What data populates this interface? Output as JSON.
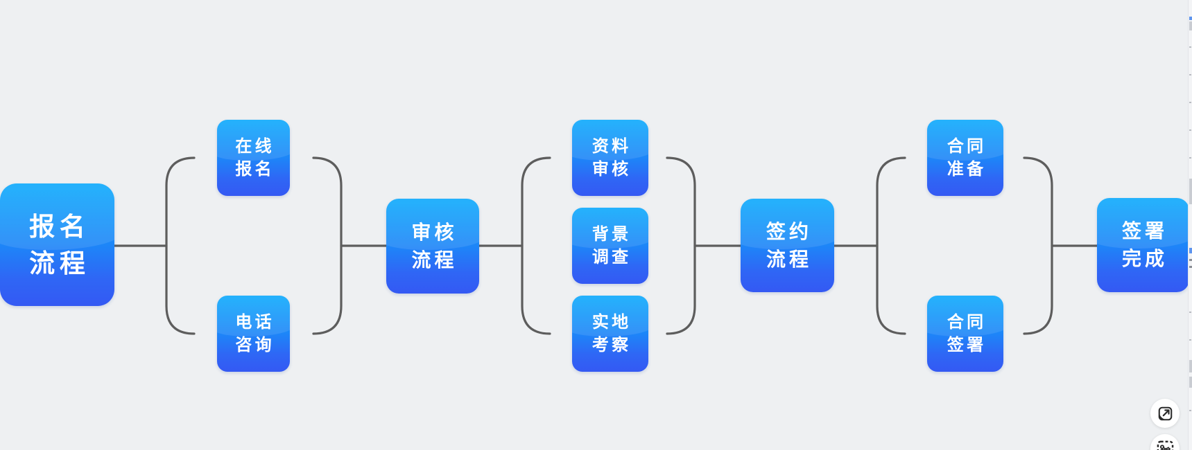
{
  "colors": {
    "background": "#eef0f2",
    "connector": "#5d5d5d",
    "node_top": "#0caafc",
    "node_bottom": "#3459f3",
    "node_text": "#ffffff"
  },
  "nodes": {
    "root": {
      "line1": "报名",
      "line2": "流程"
    },
    "online": {
      "line1": "在线",
      "line2": "报名"
    },
    "phone": {
      "line1": "电话",
      "line2": "咨询"
    },
    "review": {
      "line1": "审核",
      "line2": "流程"
    },
    "docs": {
      "line1": "资料",
      "line2": "审核"
    },
    "bgcheck": {
      "line1": "背景",
      "line2": "调查"
    },
    "site": {
      "line1": "实地",
      "line2": "考察"
    },
    "sign": {
      "line1": "签约",
      "line2": "流程"
    },
    "prep": {
      "line1": "合同",
      "line2": "准备"
    },
    "signing": {
      "line1": "合同",
      "line2": "签署"
    },
    "done": {
      "line1": "签署",
      "line2": "完成"
    }
  },
  "icons": {
    "expand": "expand-arrow-icon",
    "snip": "screenshot-scissors-icon"
  }
}
